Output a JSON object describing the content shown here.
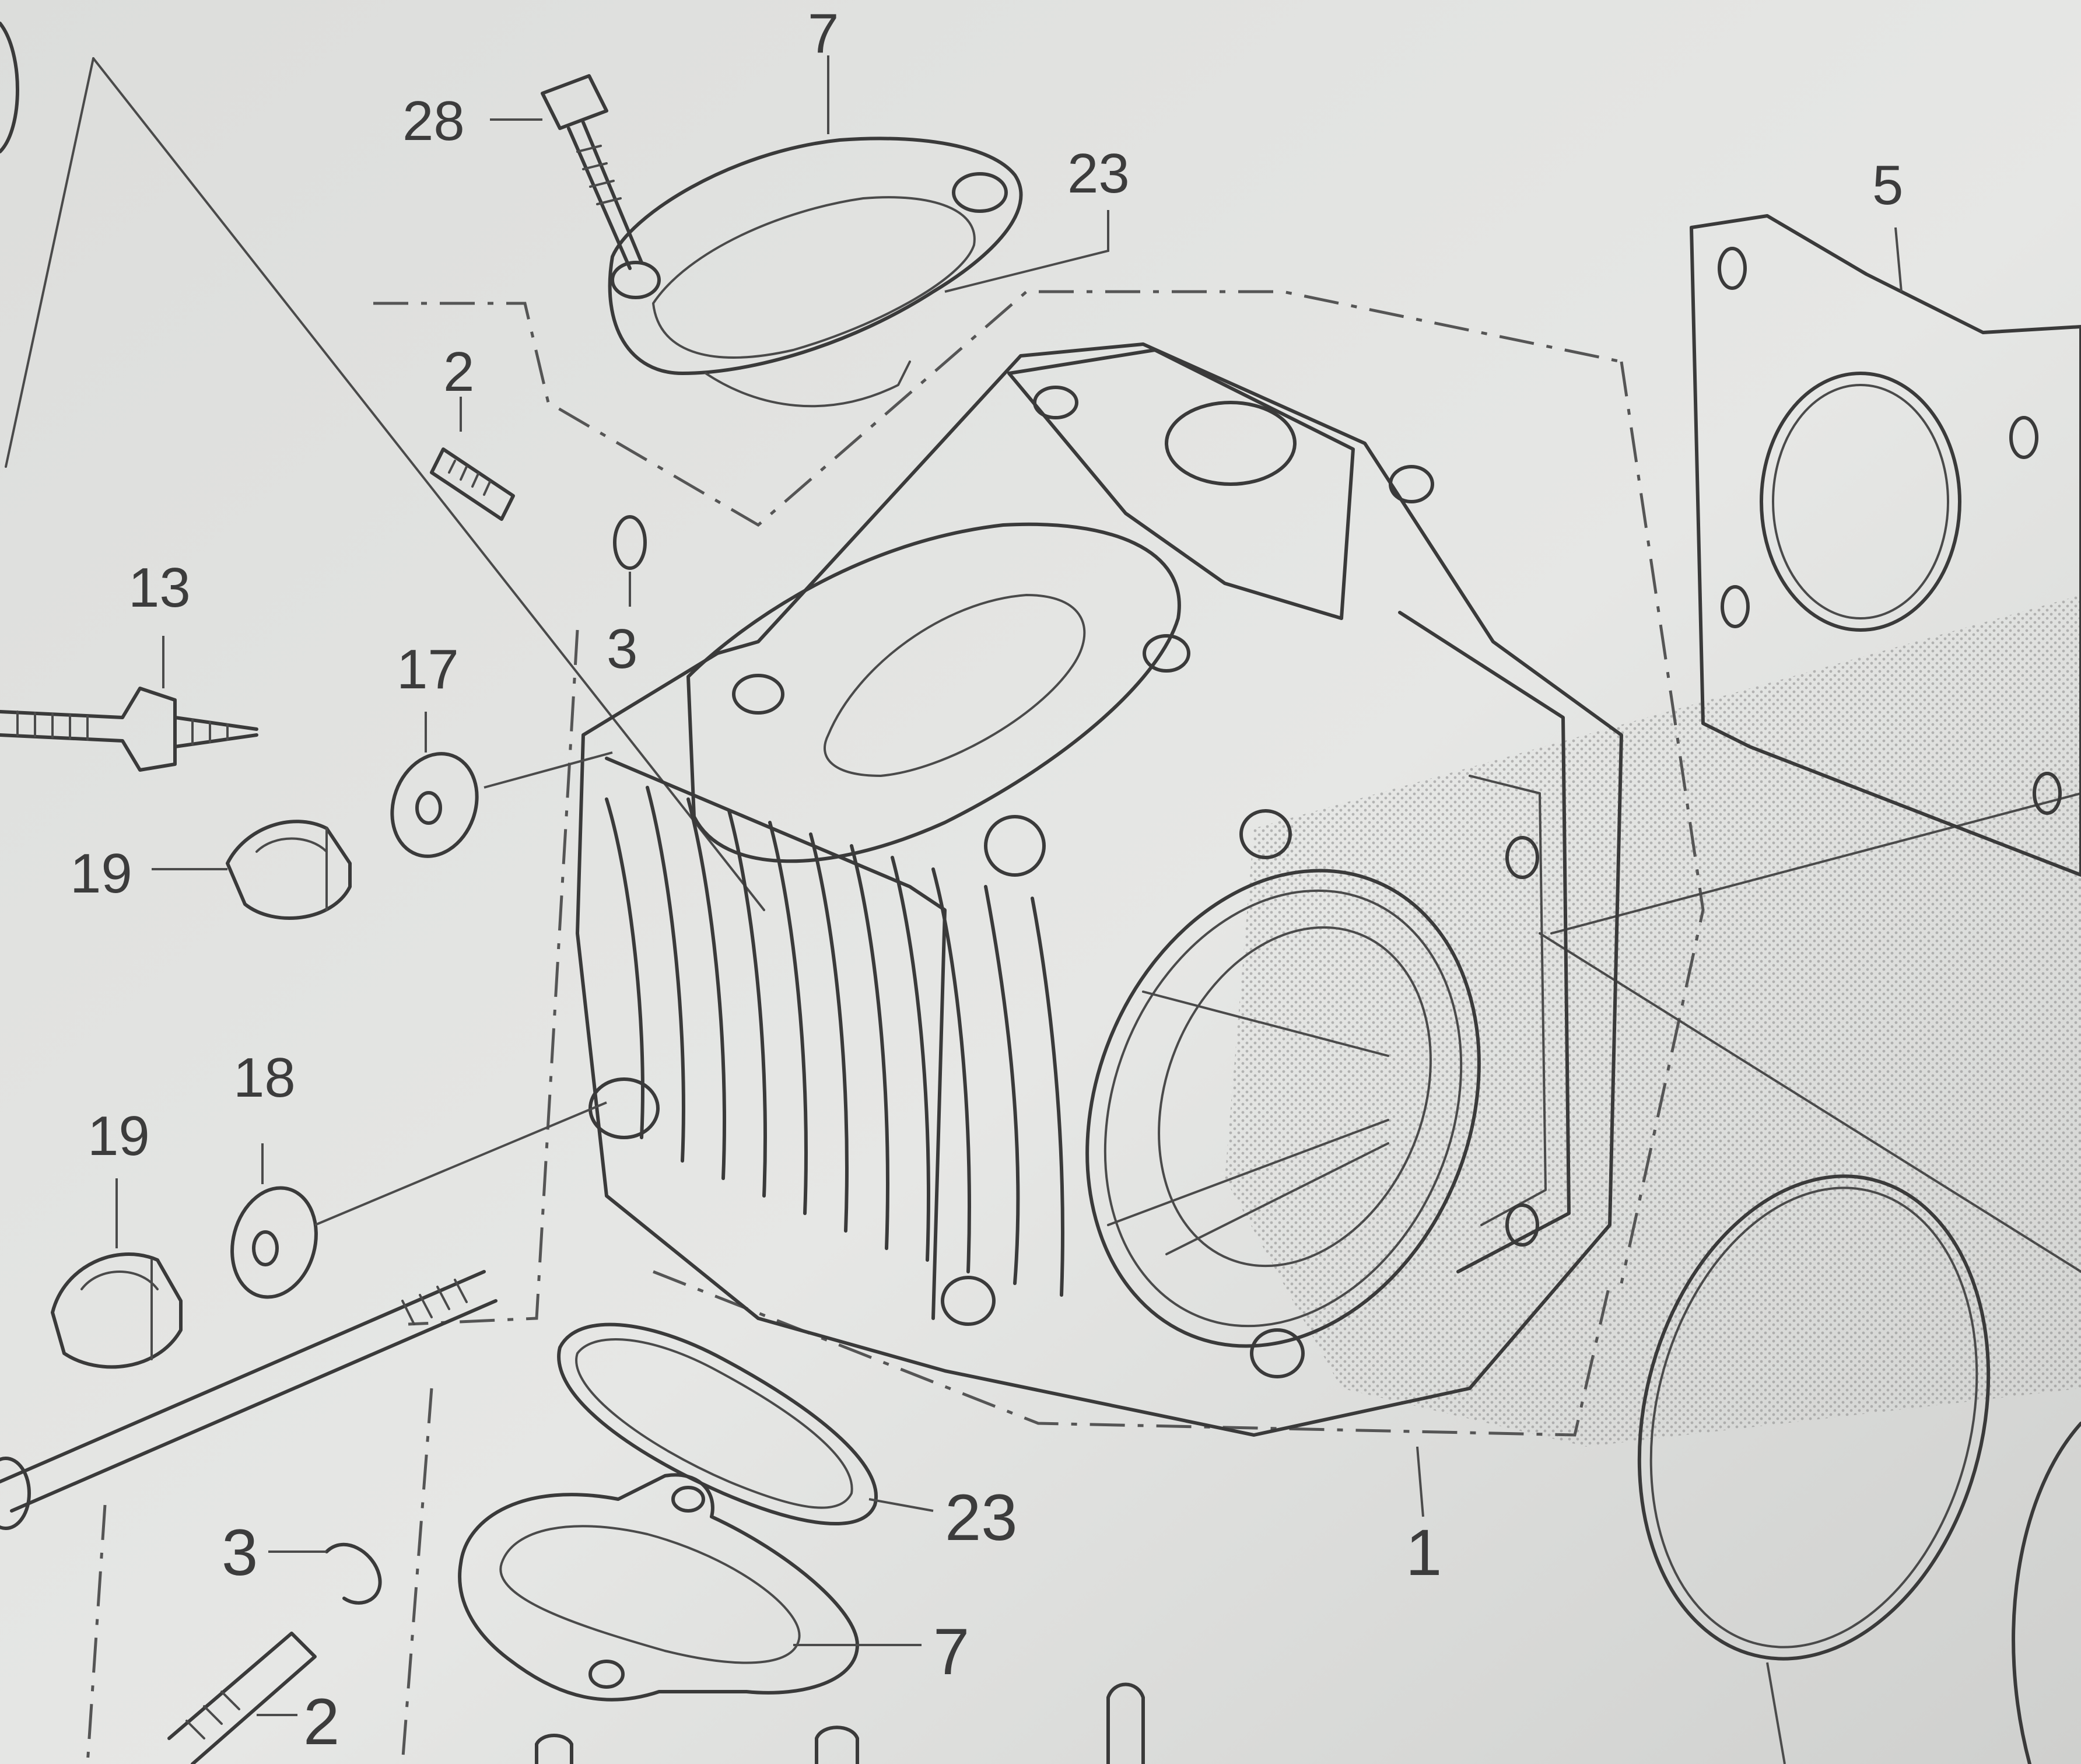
{
  "diagram": {
    "type": "exploded-parts-view",
    "callouts": [
      {
        "id": "c28",
        "label": "28"
      },
      {
        "id": "c7a",
        "label": "7"
      },
      {
        "id": "c23a",
        "label": "23"
      },
      {
        "id": "c5",
        "label": "5"
      },
      {
        "id": "c2a",
        "label": "2"
      },
      {
        "id": "c3a",
        "label": "3"
      },
      {
        "id": "c13",
        "label": "13"
      },
      {
        "id": "c17",
        "label": "17"
      },
      {
        "id": "c19a",
        "label": "19"
      },
      {
        "id": "c19b",
        "label": "19"
      },
      {
        "id": "c18",
        "label": "18"
      },
      {
        "id": "c23b",
        "label": "23"
      },
      {
        "id": "c1",
        "label": "1"
      },
      {
        "id": "c3b",
        "label": "3"
      },
      {
        "id": "c7b",
        "label": "7"
      },
      {
        "id": "c2b",
        "label": "2"
      }
    ]
  }
}
